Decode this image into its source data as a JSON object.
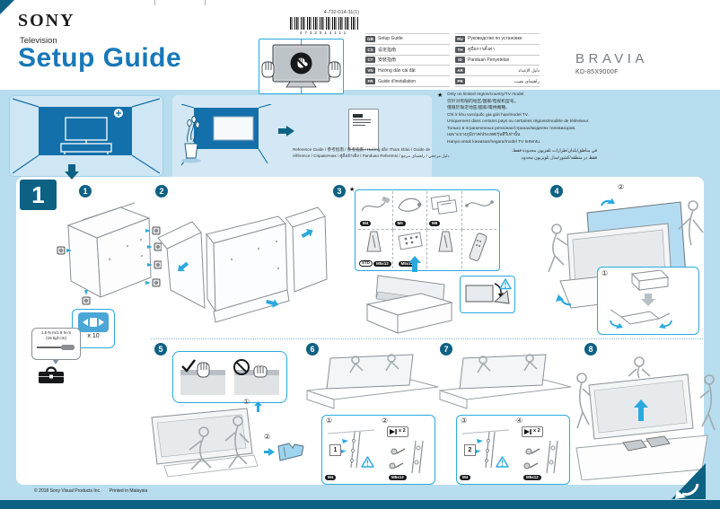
{
  "page": {
    "brand": "SONY",
    "category": "Television",
    "title": "Setup Guide",
    "part_number": "4-732-014-11(1)",
    "barcode_digits": "4732014111",
    "logo_bravia": "BRAVIA",
    "model": "KD-85X9000F",
    "footer_copyright": "© 2018 Sony Visual Products Inc.",
    "footer_printed": "Printed in Malaysia"
  },
  "languages": {
    "left": [
      {
        "code": "GB",
        "label": "Setup Guide"
      },
      {
        "code": "CS",
        "label": "设定指南"
      },
      {
        "code": "CT",
        "label": "安裝指南"
      },
      {
        "code": "VN",
        "label": "Hướng dẫn cài đặt"
      },
      {
        "code": "FR",
        "label": "Guide d'installation"
      }
    ],
    "right": [
      {
        "code": "RU",
        "label": "Руководство по установке"
      },
      {
        "code": "TH",
        "label": "คู่มือการตั้งค่า"
      },
      {
        "code": "ID",
        "label": "Panduan Penyetelan"
      },
      {
        "code": "AR",
        "label": "دليل الإعداد"
      },
      {
        "code": "PR",
        "label": "راهنمای نصب"
      }
    ]
  },
  "note": {
    "marker": "★",
    "lines": [
      "Only on limited region/country/TV model.",
      "仅针对有限的地区/国家/电视机型号。",
      "僅限於限定地區/國家/電視機種。",
      "Chỉ ở khu vực/quốc gia giới hạn/model TV.",
      "Uniquement dans certains pays ou certaines régions/modèle de téléviseur.",
      "Только в ограниченных регионах/странах/моделях телевизоров.",
      "เฉพาะบางภูมิภาค/ประเทศ/รุ่นทีวีเท่านั้น",
      "Hanya untuk kawasan/negara/model TV tertentu."
    ],
    "rtl_lines": [
      "في مناطق/بلدان/طرازات تلفزيون محدودة فقط.",
      "فقط در منطقه/کشور/مدل تلویزیون محدود."
    ]
  },
  "reference": {
    "caption_line1": "Reference Guide / 参考指南 / 參考指南 / Hướng dẫn Tham khảo / Guide de",
    "caption_line2": "référence / Справочник / คู่มืออ้างอิง / Panduan Referensi / دليل مرجعي / راهنمای مرجع"
  },
  "steps": {
    "section_label": "1",
    "nums": [
      "1",
      "2",
      "3",
      "4",
      "5",
      "6",
      "7",
      "8"
    ],
    "step1": {
      "count_label": "x 10",
      "torque_line1": "1.5 N·m/1.5 N·m",
      "torque_line2": "(15 kgf·cm)"
    },
    "step3": {
      "marker": "★",
      "badge1": "M4",
      "badge2": "M5",
      "badge3": "M6",
      "badge_std": "STD",
      "badge_screw1": "M5x12",
      "badge_screw2": "M5x12"
    },
    "step4": {
      "label_main": "②",
      "label_inset": "①"
    },
    "step5": {
      "label1": "①",
      "label2": "②"
    },
    "step6": {
      "label1": "①",
      "label2": "②",
      "bracket": "1",
      "count": "x 2",
      "badge1": "M4",
      "badge2": "M5x12"
    },
    "step7": {
      "label1": "③",
      "label2": "④",
      "bracket": "2",
      "count": "x 2",
      "badge1": "M4",
      "badge2": "M5x12"
    }
  }
}
